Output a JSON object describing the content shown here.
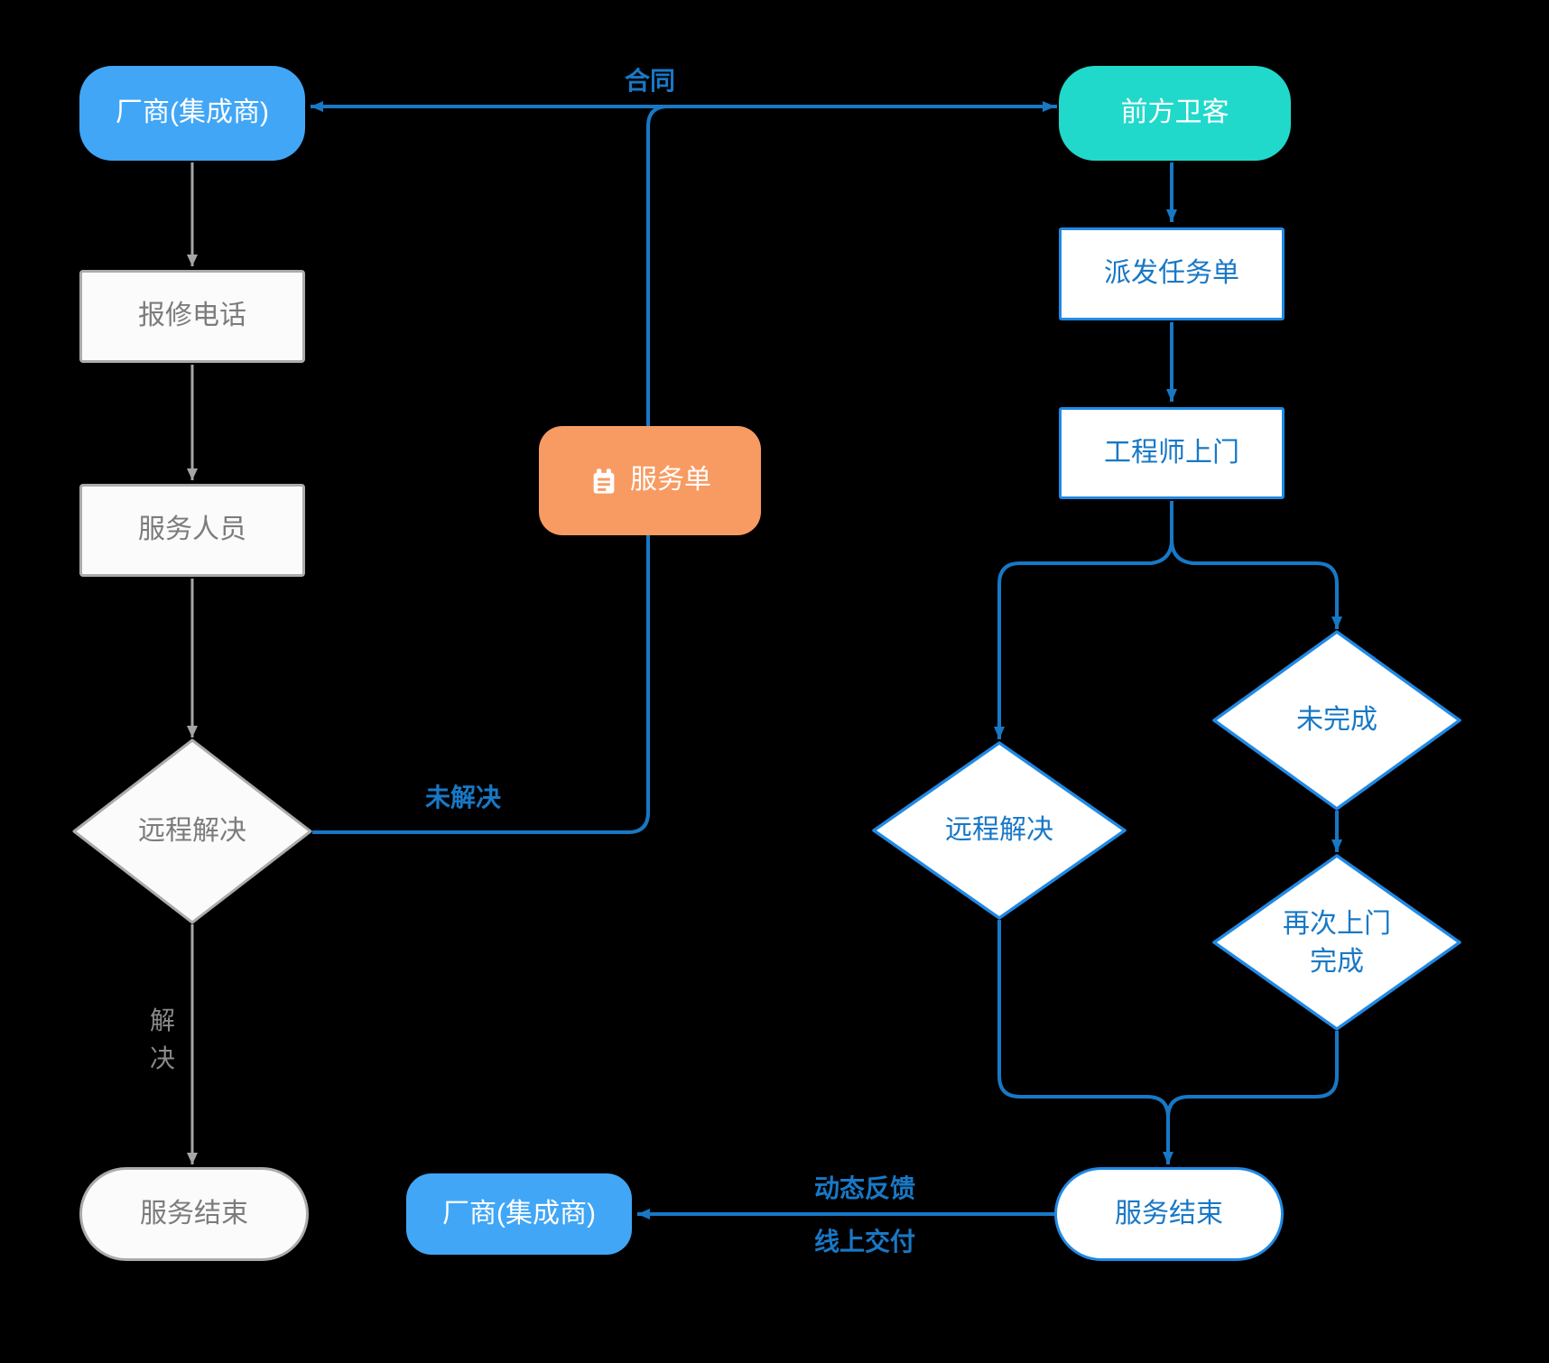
{
  "nodes": {
    "manufacturer_top": {
      "label": "厂商(集成商)"
    },
    "front_weike": {
      "label": "前方卫客"
    },
    "repair_call": {
      "label": "报修电话"
    },
    "service_staff": {
      "label": "服务人员"
    },
    "remote_resolve_left": {
      "label": "远程解决"
    },
    "service_end_left": {
      "label": "服务结束"
    },
    "service_ticket": {
      "label": "服务单",
      "icon": "clipboard-list-icon"
    },
    "dispatch_task": {
      "label": "派发任务单"
    },
    "engineer_onsite": {
      "label": "工程师上门"
    },
    "remote_resolve_right": {
      "label": "远程解决"
    },
    "not_completed": {
      "label": "未完成"
    },
    "revisit_completed": {
      "line1": "再次上门",
      "line2": "完成"
    },
    "service_end_right": {
      "label": "服务结束"
    },
    "manufacturer_bottom": {
      "label": "厂商(集成商)"
    }
  },
  "edge_labels": {
    "contract": "合同",
    "unsolved": "未解决",
    "solved": "解决",
    "dynamic_feedback": "动态反馈",
    "online_delivery": "线上交付"
  },
  "colors": {
    "manufacturer_node": "#41A6F6",
    "front_weike_node": "#21D9CB",
    "service_ticket_node": "#F89B62",
    "blue_line": "#1878C6",
    "blue_node_border": "#2089E5",
    "grey_node_border": "#ABABAB",
    "grey_text": "#7C7C7C",
    "background": "#000000"
  }
}
